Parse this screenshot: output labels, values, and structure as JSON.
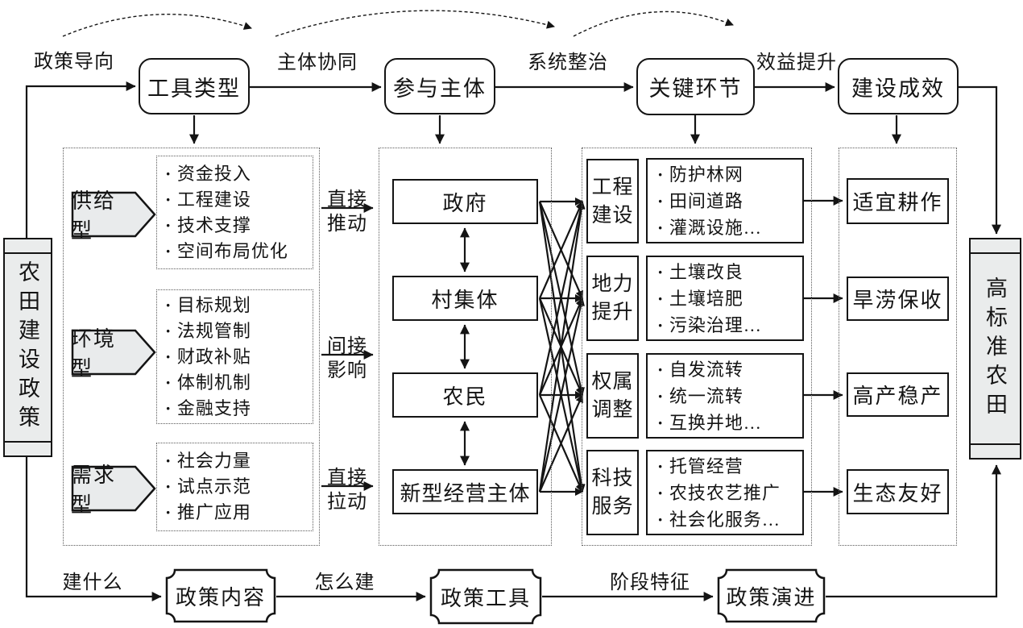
{
  "diagram": {
    "stages": [
      "政策导向",
      "主体协同",
      "系统整治",
      "效益提升"
    ],
    "top_nodes": [
      "工具类型",
      "参与主体",
      "关键环节",
      "建设成效"
    ],
    "left_node": "农田建设政策",
    "right_node": "高标准农田",
    "tool_groups": [
      {
        "type": "供给型",
        "effect_line1": "直接",
        "effect_line2": "推动",
        "items": [
          "资金投入",
          "工程建设",
          "技术支撑",
          "空间布局优化"
        ]
      },
      {
        "type": "环境型",
        "effect_line1": "间接",
        "effect_line2": "影响",
        "items": [
          "目标规划",
          "法规管制",
          "财政补贴",
          "体制机制",
          "金融支持"
        ]
      },
      {
        "type": "需求型",
        "effect_line1": "直接",
        "effect_line2": "拉动",
        "items": [
          "社会力量",
          "试点示范",
          "推广应用"
        ]
      }
    ],
    "participants": [
      "政府",
      "村集体",
      "农民",
      "新型经营主体"
    ],
    "key_links": [
      {
        "name_line1": "工程",
        "name_line2": "建设",
        "items": [
          "防护林网",
          "田间道路",
          "灌溉设施…"
        ]
      },
      {
        "name_line1": "地力",
        "name_line2": "提升",
        "items": [
          "土壤改良",
          "土壤培肥",
          "污染治理…"
        ]
      },
      {
        "name_line1": "权属",
        "name_line2": "调整",
        "items": [
          "自发流转",
          "统一流转",
          "互换并地…"
        ]
      },
      {
        "name_line1": "科技",
        "name_line2": "服务",
        "items": [
          "托管经营",
          "农技农艺推广",
          "社会化服务…"
        ]
      }
    ],
    "outcomes": [
      "适宜耕作",
      "旱涝保收",
      "高产稳产",
      "生态友好"
    ],
    "bottom_labels": [
      "建什么",
      "怎么建",
      "阶段特征"
    ],
    "bottom_nodes": [
      "政策内容",
      "政策工具",
      "政策演进"
    ]
  }
}
